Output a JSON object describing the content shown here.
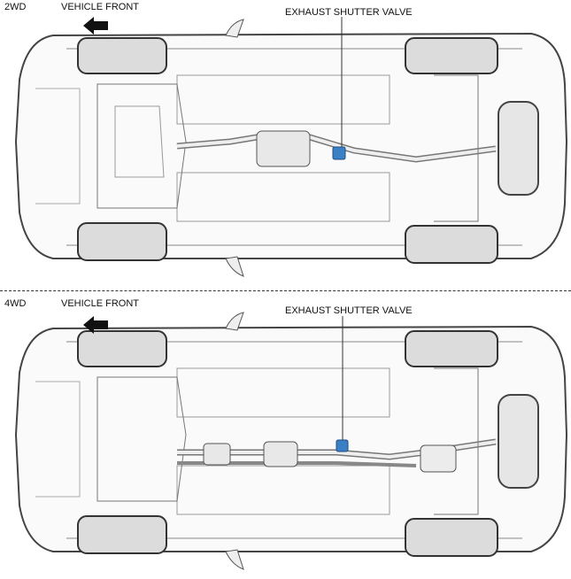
{
  "panels": [
    {
      "drive_type": "2WD",
      "front_label": "VEHICLE FRONT",
      "valve_label": "EXHAUST SHUTTER VALVE"
    },
    {
      "drive_type": "4WD",
      "front_label": "VEHICLE FRONT",
      "valve_label": "EXHAUST SHUTTER VALVE"
    }
  ],
  "colors": {
    "line": "#555555",
    "tire": "#d9d9d9",
    "valve": "#3b7fc4",
    "exhaust": "#bdbdbd"
  }
}
